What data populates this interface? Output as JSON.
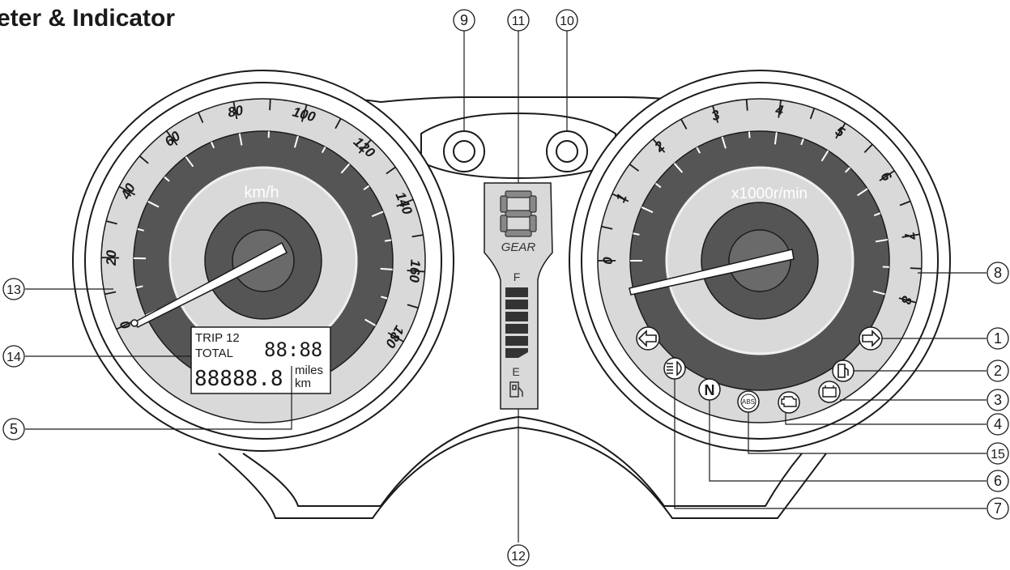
{
  "title": "eter & Indicator",
  "speedometer": {
    "unit": "km/h",
    "scale": [
      "0",
      "20",
      "40",
      "60",
      "80",
      "100",
      "120",
      "140",
      "160",
      "180"
    ],
    "lcd": {
      "trip": "TRIP 12",
      "total": "TOTAL",
      "clock": "88:88",
      "odometer": "88888.8",
      "unit_miles": "miles",
      "unit_km": "km"
    }
  },
  "tachometer": {
    "unit": "x1000r/min",
    "scale": [
      "0",
      "1",
      "2",
      "3",
      "4",
      "5",
      "6",
      "7",
      "8"
    ]
  },
  "center_panel": {
    "gear_digit": "8",
    "gear_label": "GEAR",
    "fuel_full": "F",
    "fuel_empty": "E",
    "fuel_bars": 6
  },
  "indicators": {
    "abs_label": "ABS",
    "neutral_label": "N"
  },
  "callouts": [
    "1",
    "2",
    "3",
    "4",
    "5",
    "6",
    "7",
    "8",
    "9",
    "10",
    "11",
    "12",
    "13",
    "14",
    "15"
  ]
}
